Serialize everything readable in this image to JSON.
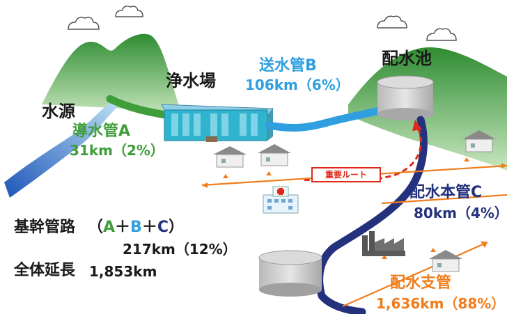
{
  "labels": {
    "source": "水源",
    "treatment_plant": "浄水場",
    "reservoir": "配水池",
    "intake_pipe": "導水管A",
    "intake_pipe_length": "31km（2%）",
    "transmission_pipe": "送水管B",
    "transmission_pipe_length": "106km（6%）",
    "distribution_main": "配水本管C",
    "distribution_main_length": "80km（4%）",
    "distribution_branch": "配水支管",
    "distribution_branch_length": "1,636km（88%）",
    "important_route": "重要ルート"
  },
  "summary": {
    "trunk_label": "基幹管路",
    "formula_open": "（",
    "formula_a": "A",
    "formula_plus1": "＋",
    "formula_b": "B",
    "formula_plus2": "＋",
    "formula_c": "C",
    "formula_close": "）",
    "trunk_value": "217km（12%）",
    "total_label": "全体延長",
    "total_value": "1,853km"
  },
  "colors": {
    "intake": "#3f9d3a",
    "transmission": "#2f9fe0",
    "main": "#24317c",
    "branch": "#f07d1a",
    "route": "#e0281a",
    "mountain": "#3e9a3a"
  }
}
